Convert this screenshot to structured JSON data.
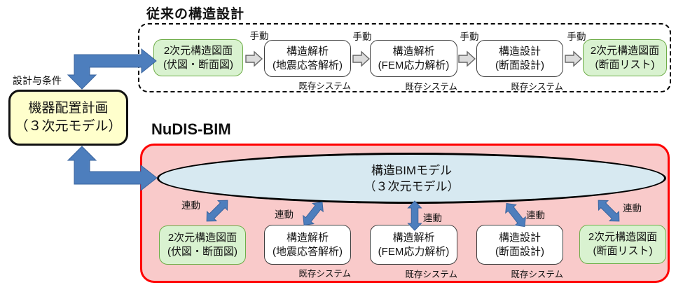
{
  "palette": {
    "blue_arrow": "#4d7ebd",
    "green_box_fill": "#d9f2d0",
    "green_box_border": "#6fad49",
    "yellow_box_fill": "#ffffcc",
    "pink_section_fill": "#f9caca",
    "red_section_border": "#ff0000",
    "ellipse_fill": "#d7e9f1",
    "gray_arrow_fill": "#dcdcdc"
  },
  "left": {
    "condition_label": "設計与条件",
    "plan_box": {
      "line1": "機器配置計画",
      "line2": "（３次元モデル）"
    }
  },
  "legacy": {
    "title": "従来の構造設計",
    "manual_label": "手動",
    "existing_system_label": "既存システム",
    "boxes": [
      {
        "line1": "2次元構造図面",
        "line2": "(伏図・断面図)"
      },
      {
        "line1": "構造解析",
        "line2": "(地震応答解析)"
      },
      {
        "line1": "構造解析",
        "line2": "(FEM応力解析)"
      },
      {
        "line1": "構造設計",
        "line2": "(断面設計)"
      },
      {
        "line1": "2次元構造図面",
        "line2": "(断面リスト)"
      }
    ]
  },
  "nudis": {
    "title": "NuDIS-BIM",
    "link_label": "連動",
    "existing_system_label": "既存システム",
    "bim_model": {
      "line1": "構造BIMモデル",
      "line2": "（３次元モデル）"
    },
    "boxes": [
      {
        "line1": "2次元構造図面",
        "line2": "(伏図・断面図)"
      },
      {
        "line1": "構造解析",
        "line2": "(地震応答解析)"
      },
      {
        "line1": "構造解析",
        "line2": "(FEM応力解析)"
      },
      {
        "line1": "構造設計",
        "line2": "(断面設計)"
      },
      {
        "line1": "2次元構造図面",
        "line2": "(断面リスト)"
      }
    ]
  }
}
